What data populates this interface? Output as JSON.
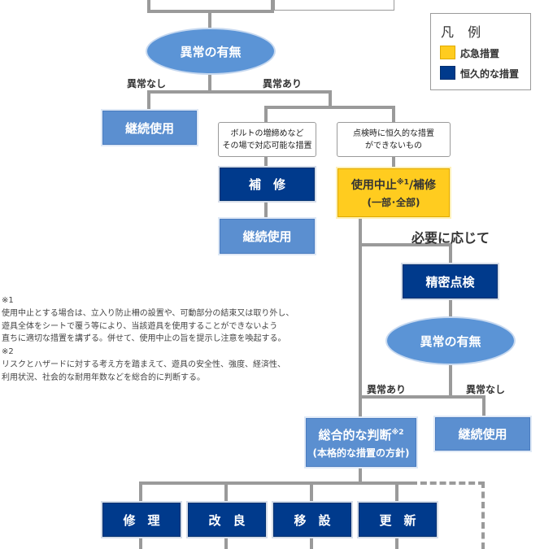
{
  "legend": {
    "title": "凡 例",
    "items": [
      {
        "label": "応急措置",
        "color": "#ffcc1f"
      },
      {
        "label": "恒久的な措置",
        "color": "#003a8c"
      }
    ]
  },
  "top_decision": {
    "label": "異常の有無",
    "no_label": "異常なし",
    "yes_label": "異常あり"
  },
  "continue_use_1": "継続使用",
  "cond_left": {
    "line1": "ボルトの増締めなど",
    "line2": "その場で対応可能な措置"
  },
  "cond_right": {
    "line1": "点検時に恒久的な措置",
    "line2": "ができないもの"
  },
  "repair": "補　修",
  "continue_use_2": "継続使用",
  "stop_use": {
    "main": "使用中止",
    "sup": "※1",
    "suffix": "/補修",
    "sub": "(一部･全部)"
  },
  "as_needed": "必要に応じて",
  "detailed_inspection": "精密点検",
  "second_decision": {
    "label": "異常の有無",
    "yes_label": "異常あり",
    "no_label": "異常なし"
  },
  "continue_use_3": "継続使用",
  "overall_judgment": {
    "main": "総合的な判断",
    "sup": "※2",
    "sub": "(本格的な措置の方針)"
  },
  "actions": [
    "修　理",
    "改　良",
    "移　設",
    "更　新"
  ],
  "notes": {
    "n1_mark": "※1",
    "n1_lines": [
      "使用中止とする場合は、立入り防止柵の設置や、可動部分の結束又は取り外し、",
      "遊具全体をシートで覆う等により、当該遊具を使用することができないよう",
      "直ちに適切な措置を講ずる。併せて、使用中止の旨を提示し注意を喚起する。"
    ],
    "n2_mark": "※2",
    "n2_lines": [
      "リスクとハザードに対する考え方を踏まえて、遊具の安全性、強度、経済性、",
      "利用状況、社会的な耐用年数などを総合的に判断する。"
    ]
  }
}
